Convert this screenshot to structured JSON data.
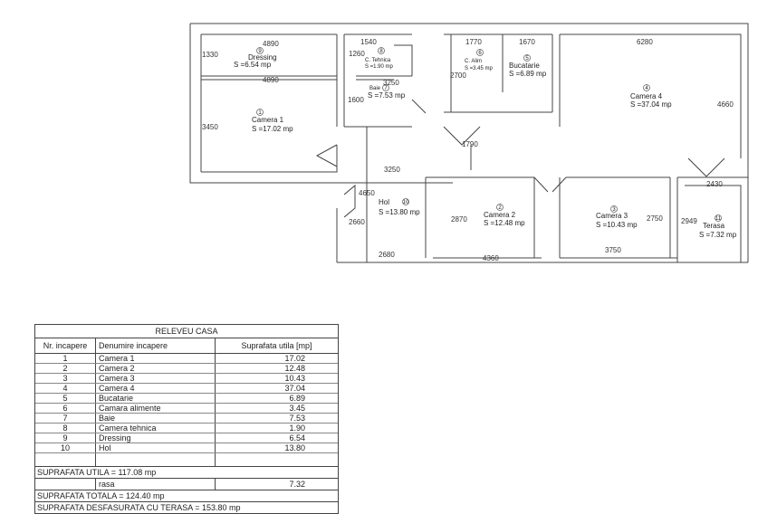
{
  "plan": {
    "rooms": [
      {
        "id": "dressing",
        "num": "9",
        "name": "Dressing",
        "area": "S =6.54 mp"
      },
      {
        "id": "camera1",
        "num": "1",
        "name": "Camera 1",
        "area": "S =17.02 mp"
      },
      {
        "id": "ctehnica",
        "num": "8",
        "name": "C. Tehnica",
        "area": "S =1.90 mp"
      },
      {
        "id": "baie",
        "num": "7",
        "name": "Baie",
        "area": "S =7.53 mp"
      },
      {
        "id": "calim",
        "num": "6",
        "name": "C. Alim",
        "area": "S =3.45 mp"
      },
      {
        "id": "bucatarie",
        "num": "5",
        "name": "Bucatarie",
        "area": "S =6.89 mp"
      },
      {
        "id": "camera4",
        "num": "4",
        "name": "Camera 4",
        "area": "S =37.04 mp"
      },
      {
        "id": "hol",
        "num": "10",
        "name": "Hol",
        "area": "S =13.80 mp"
      },
      {
        "id": "camera2",
        "num": "2",
        "name": "Camera 2",
        "area": "S =12.48 mp"
      },
      {
        "id": "camera3",
        "num": "3",
        "name": "Camera 3",
        "area": "S =10.43 mp"
      },
      {
        "id": "terasa",
        "num": "11",
        "name": "Terasa",
        "area": "S =7.32 mp"
      }
    ],
    "dimensions": [
      "4890",
      "1330",
      "4890",
      "3450",
      "1540",
      "1260",
      "3250",
      "1600",
      "1770",
      "2700",
      "1670",
      "6280",
      "4660",
      "1790",
      "3250",
      "4650",
      "2660",
      "2680",
      "2870",
      "4360",
      "3750",
      "2750",
      "2949",
      "2430"
    ]
  },
  "table": {
    "title": "RELEVEU CASA",
    "headers": [
      "Nr. incapere",
      "Denumire incapere",
      "Suprafata utila [mp]"
    ],
    "rows": [
      [
        "1",
        "Camera 1",
        "17.02"
      ],
      [
        "2",
        "Camera 2",
        "12.48"
      ],
      [
        "3",
        "Camera 3",
        "10.43"
      ],
      [
        "4",
        "Camera 4",
        "37.04"
      ],
      [
        "5",
        "Bucatarie",
        "6.89"
      ],
      [
        "6",
        "Camara alimente",
        "3.45"
      ],
      [
        "7",
        "Baie",
        "7.53"
      ],
      [
        "8",
        "Camera tehnica",
        "1.90"
      ],
      [
        "9",
        "Dressing",
        "6.54"
      ],
      [
        "10",
        "Hol",
        "13.80"
      ]
    ],
    "suprafata_utila": "SUPRAFATA UTILA = 117.08 mp",
    "terasa_label": "rasa",
    "terasa_value": "7.32",
    "suprafata_totala": "SUPRAFATA TOTALA = 124.40 mp",
    "suprafata_desfasurata": "SUPRAFATA DESFASURATA CU TERASA = 153.80 mp"
  }
}
